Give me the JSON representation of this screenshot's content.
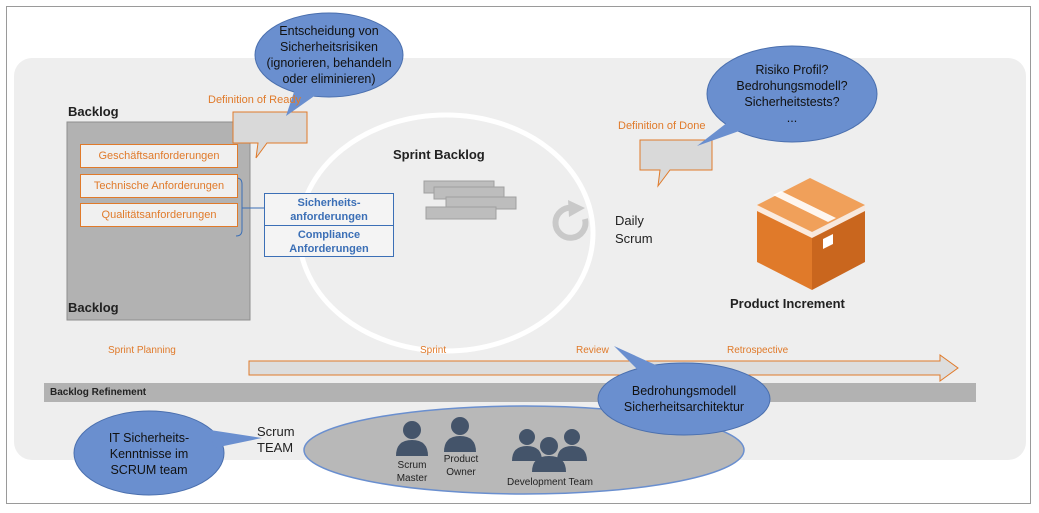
{
  "backlog": {
    "title": "Backlog",
    "items": [
      "Geschäftsanforderungen",
      "Technische Anforderungen",
      "Qualitätsanforderungen"
    ]
  },
  "definition_of_ready": "Definition of Ready",
  "definition_of_done": "Definition of Done",
  "sprint_backlog": "Sprint Backlog",
  "security_box": {
    "line1": "Sicherheits-",
    "line2": "anforderungen",
    "line3": "Compliance",
    "line4": "Anforderungen"
  },
  "daily_scrum": {
    "line1": "Daily",
    "line2": "Scrum"
  },
  "product_increment": "Product Increment",
  "timeline": {
    "sprint_planning": "Sprint Planning",
    "sprint": "Sprint",
    "review": "Review",
    "retrospective": "Retrospective"
  },
  "backlog_refinement": "Backlog Refinement",
  "scrum_team": {
    "line1": "Scrum",
    "line2": "TEAM"
  },
  "team_members": {
    "scrum_master": {
      "line1": "Scrum",
      "line2": "Master"
    },
    "product_owner": {
      "line1": "Product",
      "line2": "Owner"
    },
    "development_team": "Development Team"
  },
  "bubbles": {
    "top": [
      "Entscheidung von",
      "Sicherheitsrisiken",
      "(ignorieren, behandeln",
      "oder eliminieren)"
    ],
    "top_right": [
      "Risiko Profil?",
      "Bedrohungsmodell?",
      "Sicherheitstests?",
      "..."
    ],
    "middle": [
      "Bedrohungsmodell",
      "Sicherheitsarchitektur"
    ],
    "bottom_left": [
      "IT Sicherheits-",
      "Kenntnisse im",
      "SCRUM team"
    ]
  },
  "colors": {
    "orange": "#e07a2a",
    "bubble_blue": "#6a8fcf",
    "security_blue": "#3b6fb6",
    "person": "#44546a",
    "box_orange": "#e67e22"
  }
}
